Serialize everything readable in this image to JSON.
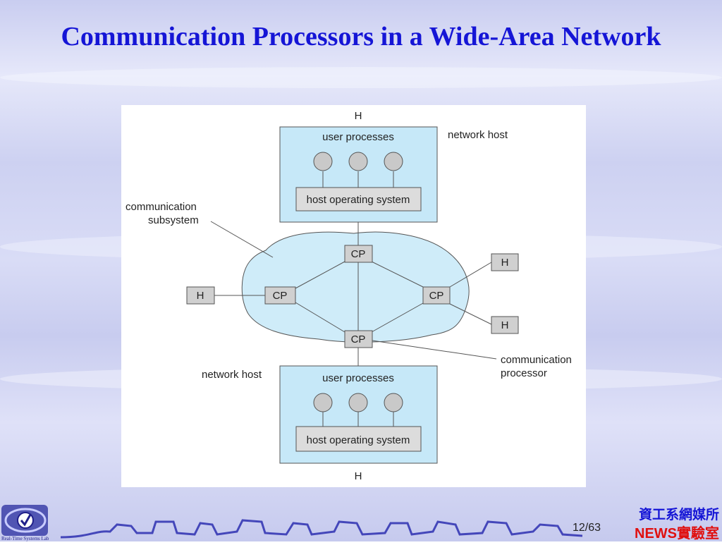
{
  "slide": {
    "title": "Communication Processors in a Wide-Area Network",
    "page": "12/63",
    "dept_line1": "資工系網媒所",
    "dept_line2": "NEWS實驗室",
    "logo_text": "Real-Time Systems Lab"
  },
  "diagram": {
    "top_host_label": "H",
    "bottom_host_label": "H",
    "user_processes": "user processes",
    "host_os": "host operating system",
    "network_host_top": "network host",
    "network_host_bottom": "network host",
    "comm_subsystem_line1": "communication",
    "comm_subsystem_line2": "subsystem",
    "comm_processor_line1": "communication",
    "comm_processor_line2": "processor",
    "cp": "CP",
    "h": "H"
  },
  "colors": {
    "title": "#1515d6",
    "host_box_fill": "#c6e8f8",
    "cloud_fill": "#cfecf9",
    "node_fill": "#d0d0d0",
    "dept_red": "#e01010"
  }
}
